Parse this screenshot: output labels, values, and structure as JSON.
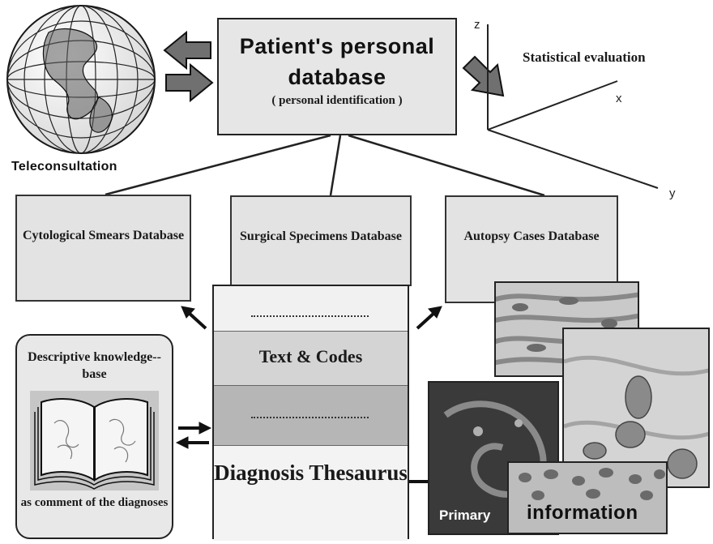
{
  "patient_database": {
    "title": "Patient's personal database",
    "subtitle": "( personal  identification )"
  },
  "teleconsultation": {
    "label": "Teleconsultation"
  },
  "statistics": {
    "label": "Statistical evaluation",
    "axes": {
      "x": "x",
      "y": "y",
      "z": "z"
    }
  },
  "databases": {
    "cytological": "Cytological Smears Database",
    "surgical": "Surgical Specimens Database",
    "autopsy": "Autopsy Cases Database"
  },
  "central_panel": {
    "text_codes": "Text & Codes",
    "diagnosis": "Diagnosis Thesaurus"
  },
  "knowledge_base": {
    "title": "Descriptive knowledge--base",
    "comment": "as comment of the diagnoses"
  },
  "images": {
    "primary": "Primary",
    "information": "information"
  }
}
